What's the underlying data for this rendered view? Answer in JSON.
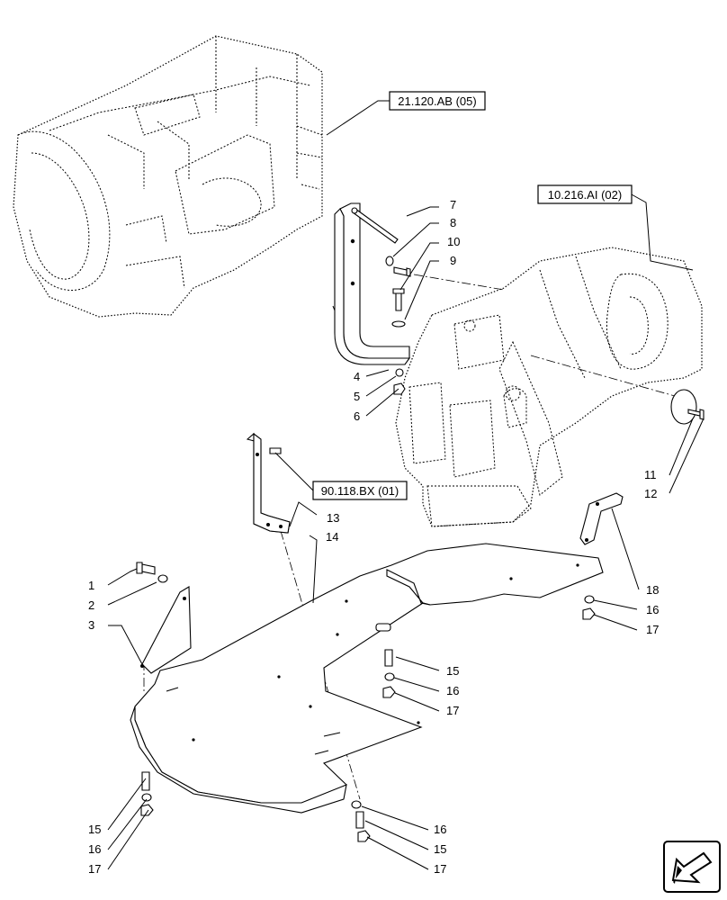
{
  "references": [
    {
      "key": "ref_transmission",
      "label": "21.120.AB (05)"
    },
    {
      "key": "ref_axle",
      "label": "10.216.AI (02)"
    },
    {
      "key": "ref_bracket",
      "label": "90.118.BX (01)"
    }
  ],
  "callouts": {
    "c1": "1",
    "c2": "2",
    "c3": "3",
    "c4": "4",
    "c5": "5",
    "c6": "6",
    "c7": "7",
    "c8": "8",
    "c9": "9",
    "c10": "10",
    "c11": "11",
    "c12": "12",
    "c13": "13",
    "c14": "14",
    "c15a": "15",
    "c16a": "16",
    "c17a": "17",
    "c16b": "16",
    "c17b": "17",
    "c18": "18",
    "c15c": "15",
    "c16c": "16",
    "c17c": "17",
    "c16d": "16",
    "c15d": "15",
    "c17d": "17"
  },
  "icons": {
    "nav": "navigation-arrow-icon"
  }
}
